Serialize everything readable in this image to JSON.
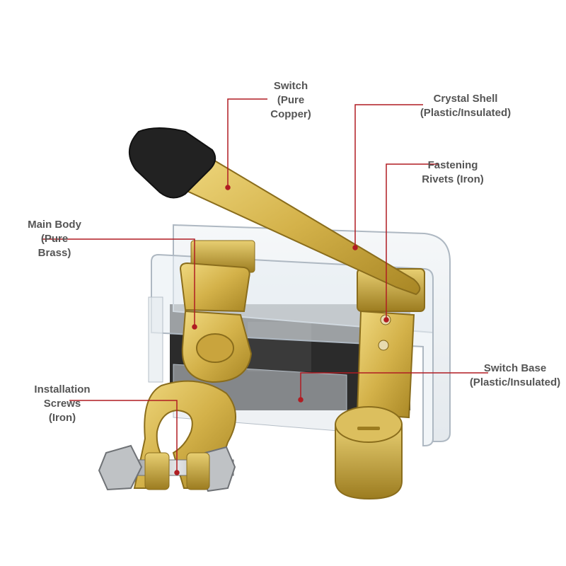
{
  "callouts": {
    "switch": {
      "line1": "Switch",
      "line2": "(Pure",
      "line3": "Copper)"
    },
    "crystal_shell": {
      "line1": "Crystal Shell",
      "line2": "(Plastic/Insulated)"
    },
    "fastening_rivets": {
      "line1": "Fastening",
      "line2": "Rivets (Iron)"
    },
    "main_body": {
      "line1": "Main Body",
      "line2": "(Pure",
      "line3": "Brass)"
    },
    "installation_screws": {
      "line1": "Installation",
      "line2": "Screws",
      "line3": "(Iron)"
    },
    "switch_base": {
      "line1": "Switch Base",
      "line2": "(Plastic/Insulated)"
    }
  },
  "colors": {
    "leader_line": "#b01c22",
    "label_text": "#555555",
    "brass": "#d4b24a",
    "brass_dark": "#a88624",
    "handle_grip": "#222222",
    "plastic_shell": "#dfe6ec",
    "base_dark": "#2b2b2b",
    "steel": "#b9bcc0"
  },
  "product": {
    "description_icon": "battery-disconnect-switch-icon"
  }
}
